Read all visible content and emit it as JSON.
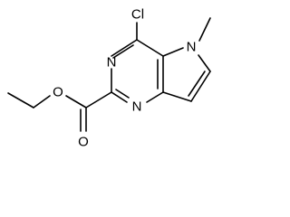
{
  "molecule": {
    "atoms": {
      "cl": "Cl",
      "n_pyrrole": "N",
      "n3": "N",
      "n1": "N",
      "o_carbonyl": "O",
      "o_ester": "O"
    },
    "colors": {
      "bond": "#000000",
      "label": "#000000",
      "background": "#ffffff"
    }
  }
}
